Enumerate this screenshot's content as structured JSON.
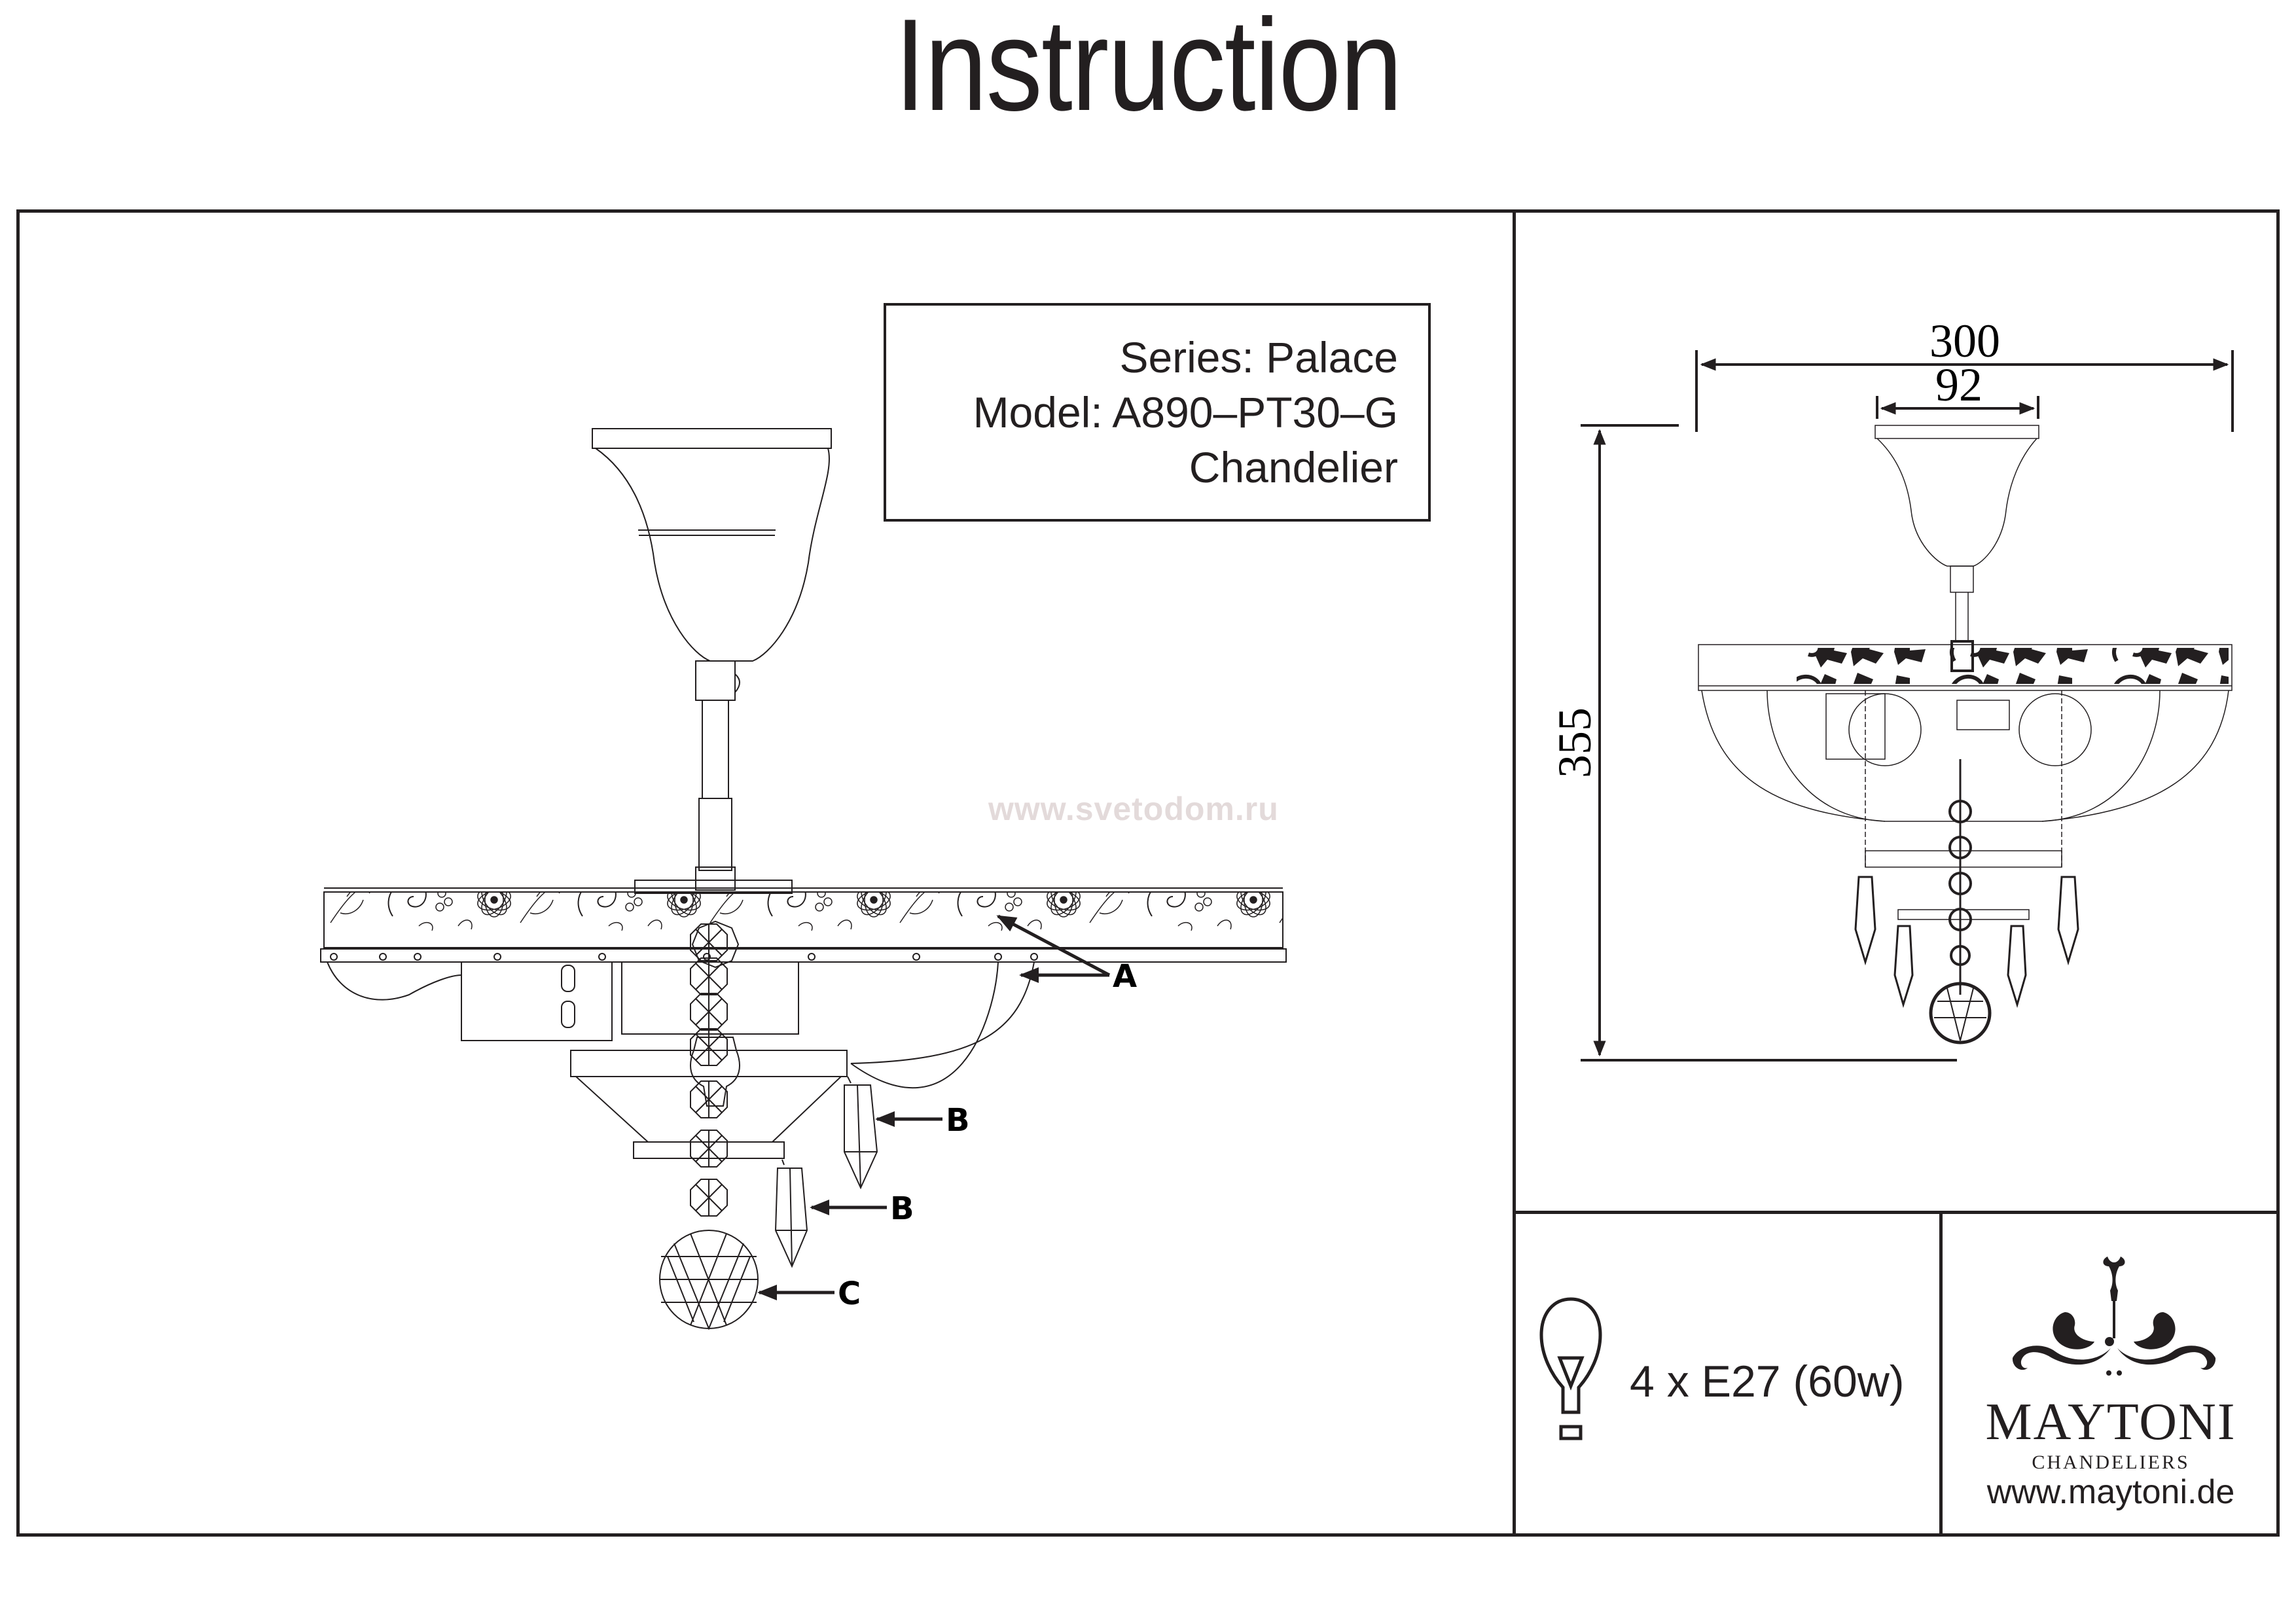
{
  "page": {
    "title": "Instruction"
  },
  "info_box": {
    "series": "Series: Palace",
    "model": "Model: A890–PT30–G",
    "type": "Chandelier"
  },
  "watermark": "www.svetodom.ru",
  "callouts": {
    "a": "A",
    "b1": "B",
    "b2": "B",
    "c": "C"
  },
  "dimensions": {
    "overall_width": "300",
    "canopy_width": "92",
    "overall_height": "355"
  },
  "lamp": {
    "icon": "light-bulb-icon",
    "spec": "4 x E27 (60w)"
  },
  "brand": {
    "logo_icon": "maytoni-ornament-logo-icon",
    "name": "MAYTONI",
    "tagline": "CHANDELIERS",
    "url": "www.maytoni.de"
  },
  "colors": {
    "ink": "#231f20",
    "watermark": "#e3dada"
  }
}
